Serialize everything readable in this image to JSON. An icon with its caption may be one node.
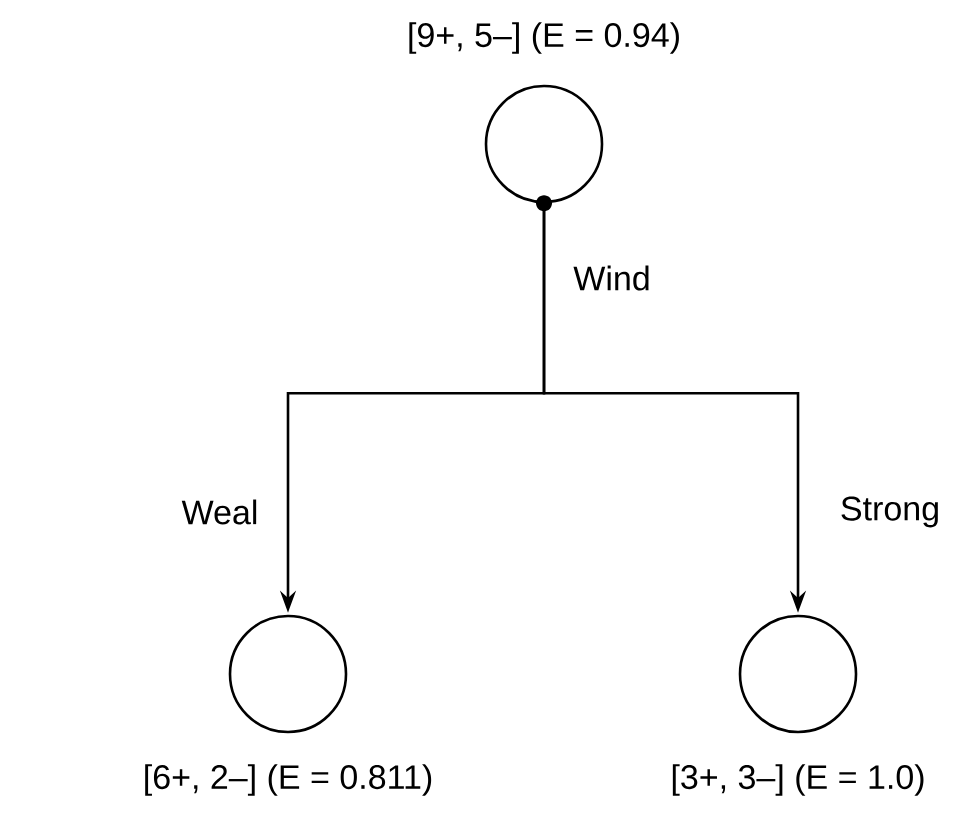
{
  "diagram": {
    "nodes": [
      {
        "text": [],
        "shape": "circle",
        "beside": [
          "[9+, 5–]  (E = 0.94)"
        ]
      },
      {
        "text": [],
        "shape": "circle",
        "beside": [
          "[6+, 2–]  (E = 0.811)"
        ]
      },
      {
        "text": [],
        "shape": "circle",
        "beside": [
          "[3+, 3–]  (E = 1.0)"
        ]
      }
    ],
    "edges": [
      {
        "from": 0,
        "to": 1,
        "arrow": "to",
        "label": "Weal"
      },
      {
        "from": 0,
        "to": 2,
        "arrow": "to",
        "label": "Strong"
      }
    ],
    "labels": [
      "Wind"
    ]
  }
}
